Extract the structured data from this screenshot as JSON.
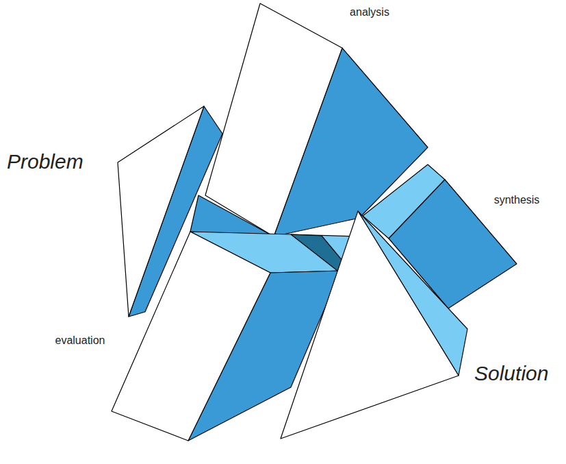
{
  "diagram": {
    "labels": [
      "analysis",
      "Problem",
      "synthesis",
      "evaluation",
      "Solution"
    ]
  }
}
